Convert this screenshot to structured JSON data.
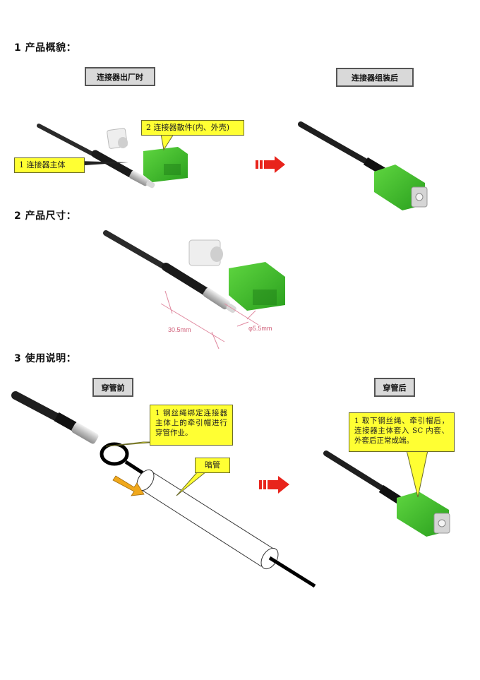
{
  "sections": {
    "overview": {
      "title": "1 产品概貌：",
      "before_tag": "连接器出厂时",
      "after_tag": "连接器组装后",
      "callout_body": "1 连接器主体",
      "callout_parts": "2 连接器散件(内、外壳)"
    },
    "dimensions": {
      "title": "2 产品尺寸：",
      "length_label": "30.5mm",
      "diameter_label": "φ5.5mm"
    },
    "usage": {
      "title": "3 使用说明：",
      "before_tag": "穿管前",
      "after_tag": "穿管后",
      "callout_before": "1 钢丝绳绑定连接器主体上的牵引帽进行穿管作业。",
      "callout_conduit": "暗管",
      "callout_after": "1 取下钢丝绳、牵引帽后，连接器主体套入 SC 内套、外套后正常成端。"
    }
  },
  "colors": {
    "connector_green": "#3fbf2a",
    "callout_yellow": "#ffff33",
    "arrow_red": "#e8241c",
    "arrow_orange": "#f0a81c",
    "dimension_pink": "#d0607a",
    "tag_gray": "#d9d9d9"
  },
  "icons": {
    "direction_arrow": "red-right-arrow-icon",
    "pull_arrow": "orange-down-right-arrow-icon"
  }
}
